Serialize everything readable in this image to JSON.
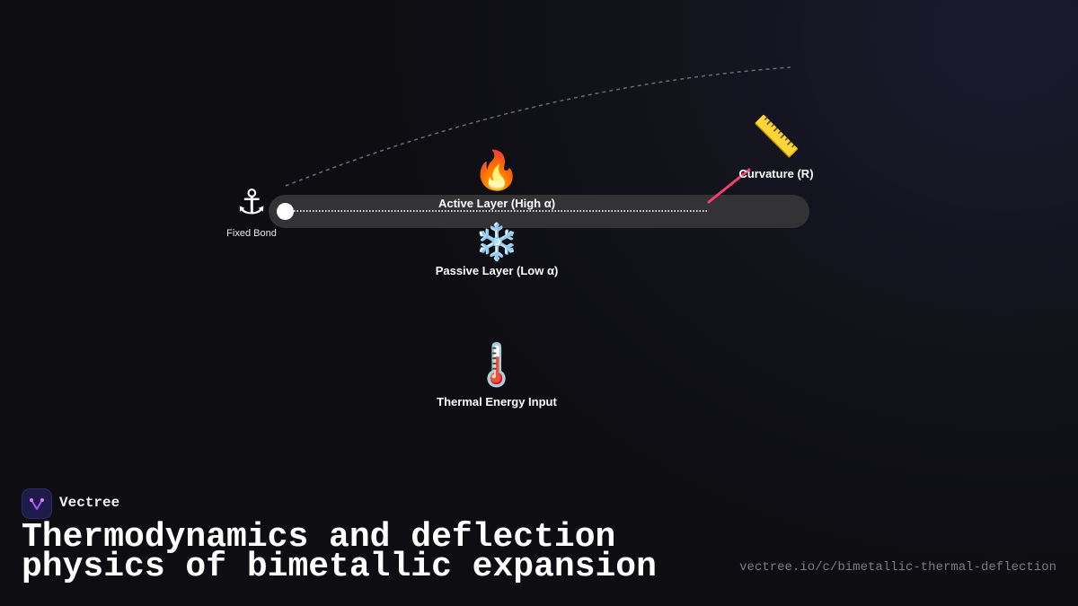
{
  "diagram": {
    "anchor": {
      "icon": "anchor-icon",
      "glyph": "⚓",
      "label": "Fixed Bond"
    },
    "active_layer": {
      "icon": "fire-icon",
      "glyph": "🔥",
      "label": "Active Layer (High α)"
    },
    "passive_layer": {
      "icon": "snowflake-icon",
      "glyph": "❄️",
      "label": "Passive Layer (Low α)"
    },
    "curvature": {
      "icon": "ruler-icon",
      "glyph": "📏",
      "label": "Curvature (R)"
    },
    "thermal": {
      "icon": "thermometer-icon",
      "glyph": "🌡️",
      "label": "Thermal Energy Input"
    },
    "colors": {
      "track": "#333336",
      "deflection_indicator": "#f43f6e",
      "arc": "#6b6b75",
      "knob": "#ffffff"
    }
  },
  "brand": {
    "name": "Vectree",
    "logo_icon": "vectree-logo-icon"
  },
  "title": {
    "line1": "Thermodynamics and deflection",
    "line2": "physics of bimetallic expansion"
  },
  "url": "vectree.io/c/bimetallic-thermal-deflection"
}
